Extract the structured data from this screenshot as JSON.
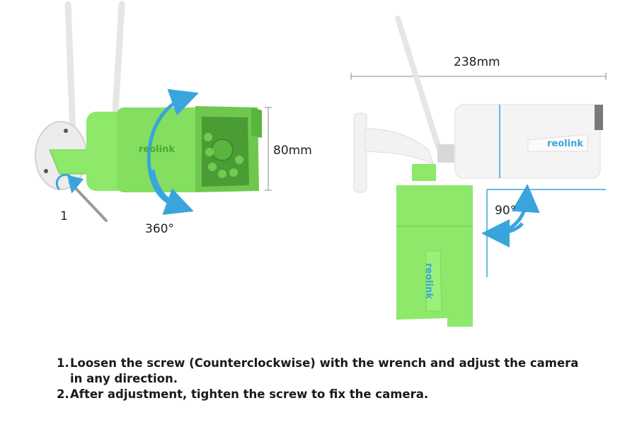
{
  "colors": {
    "camera_green": "#8ee86a",
    "camera_green_dark": "#6fc84e",
    "camera_white": "#f4f4f4",
    "accent_blue": "#3aa4dd",
    "dimension_gray": "#8a8a8a"
  },
  "left_figure": {
    "screw_label": "1",
    "rotation_label": "360°",
    "height_label": "80mm",
    "brand_logo": "reolink"
  },
  "right_figure": {
    "length_label": "238mm",
    "tilt_label": "90°",
    "brand_logo_top": "reolink",
    "brand_logo_bottom": "reolink"
  },
  "instructions": [
    {
      "num": "1.",
      "text": "Loosen the screw (Counterclockwise) with the wrench and adjust the camera in any direction."
    },
    {
      "num": "2.",
      "text": "After adjustment, tighten the screw to fix the camera."
    }
  ]
}
